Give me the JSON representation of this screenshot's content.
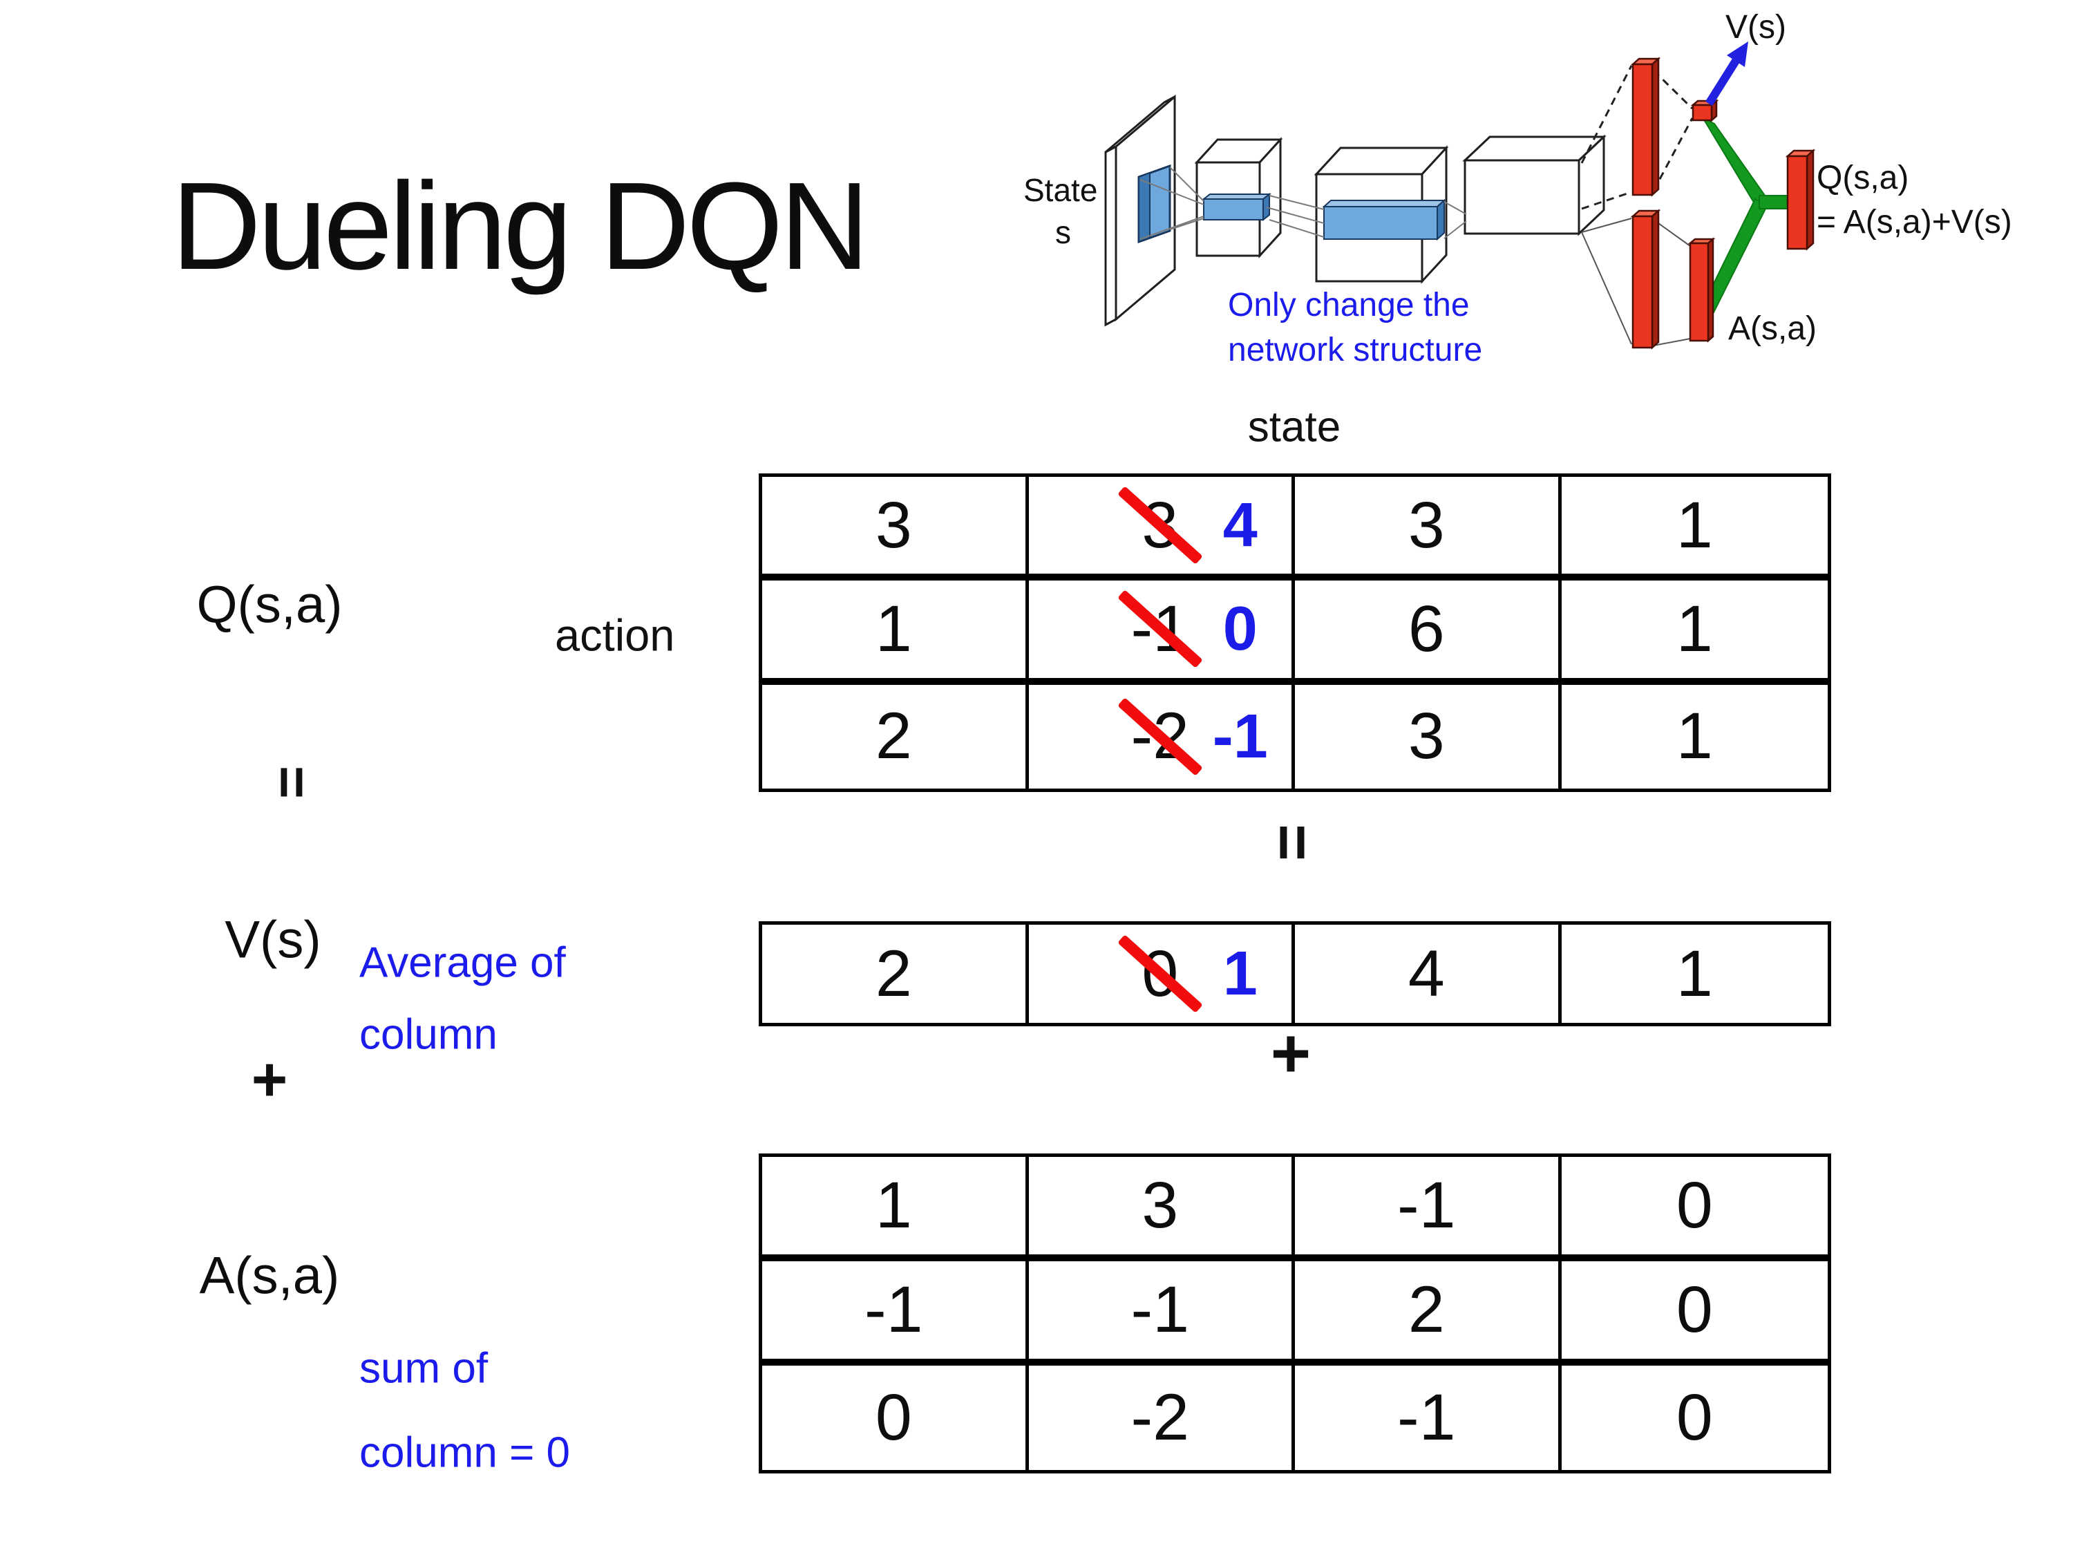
{
  "slide": {
    "title": "Dueling DQN"
  },
  "diagram": {
    "labels": {
      "state_line1": "State",
      "state_line2": "s",
      "v_out": "V(s)",
      "q_out_line1": "Q(s,a)",
      "q_out_line2": "= A(s,a)+V(s)",
      "a_out": "A(s,a)",
      "note_line1": "Only change the",
      "note_line2": "network structure"
    },
    "colors": {
      "filter_blue": "#6fa8dc",
      "filter_blue_dark": "#3c78b4",
      "bar_red": "#ea3620",
      "merge_green": "#13991f",
      "arrow_blue": "#2121df",
      "note_blue": "#1b1bec"
    }
  },
  "equation": {
    "q_label": "Q(s,a)",
    "equals_left": "=",
    "v_label": "V(s)",
    "plus_left": "+",
    "a_label": "A(s,a)",
    "equals_center": "=",
    "plus_center": "+",
    "state_axis": "state",
    "action_axis": "action",
    "v_note_line1": "Average of",
    "v_note_line2": "column",
    "a_note_line1": "sum of",
    "a_note_line2": "column = 0",
    "strike_color": "#f10d0d",
    "replacement_color": "#1c1ce8"
  },
  "tables": {
    "q": [
      [
        {
          "v": "3"
        },
        {
          "old": "3",
          "new": "4"
        },
        {
          "v": "3"
        },
        {
          "v": "1"
        }
      ],
      [
        {
          "v": "1"
        },
        {
          "old": "-1",
          "new": "0"
        },
        {
          "v": "6"
        },
        {
          "v": "1"
        }
      ],
      [
        {
          "v": "2"
        },
        {
          "old": "-2",
          "new": "-1"
        },
        {
          "v": "3"
        },
        {
          "v": "1"
        }
      ]
    ],
    "v": [
      [
        {
          "v": "2"
        },
        {
          "old": "0",
          "new": "1"
        },
        {
          "v": "4"
        },
        {
          "v": "1"
        }
      ]
    ],
    "a": [
      [
        {
          "v": "1"
        },
        {
          "v": "3"
        },
        {
          "v": "-1"
        },
        {
          "v": "0"
        }
      ],
      [
        {
          "v": "-1"
        },
        {
          "v": "-1"
        },
        {
          "v": "2"
        },
        {
          "v": "0"
        }
      ],
      [
        {
          "v": "0"
        },
        {
          "v": "-2"
        },
        {
          "v": "-1"
        },
        {
          "v": "0"
        }
      ]
    ]
  }
}
